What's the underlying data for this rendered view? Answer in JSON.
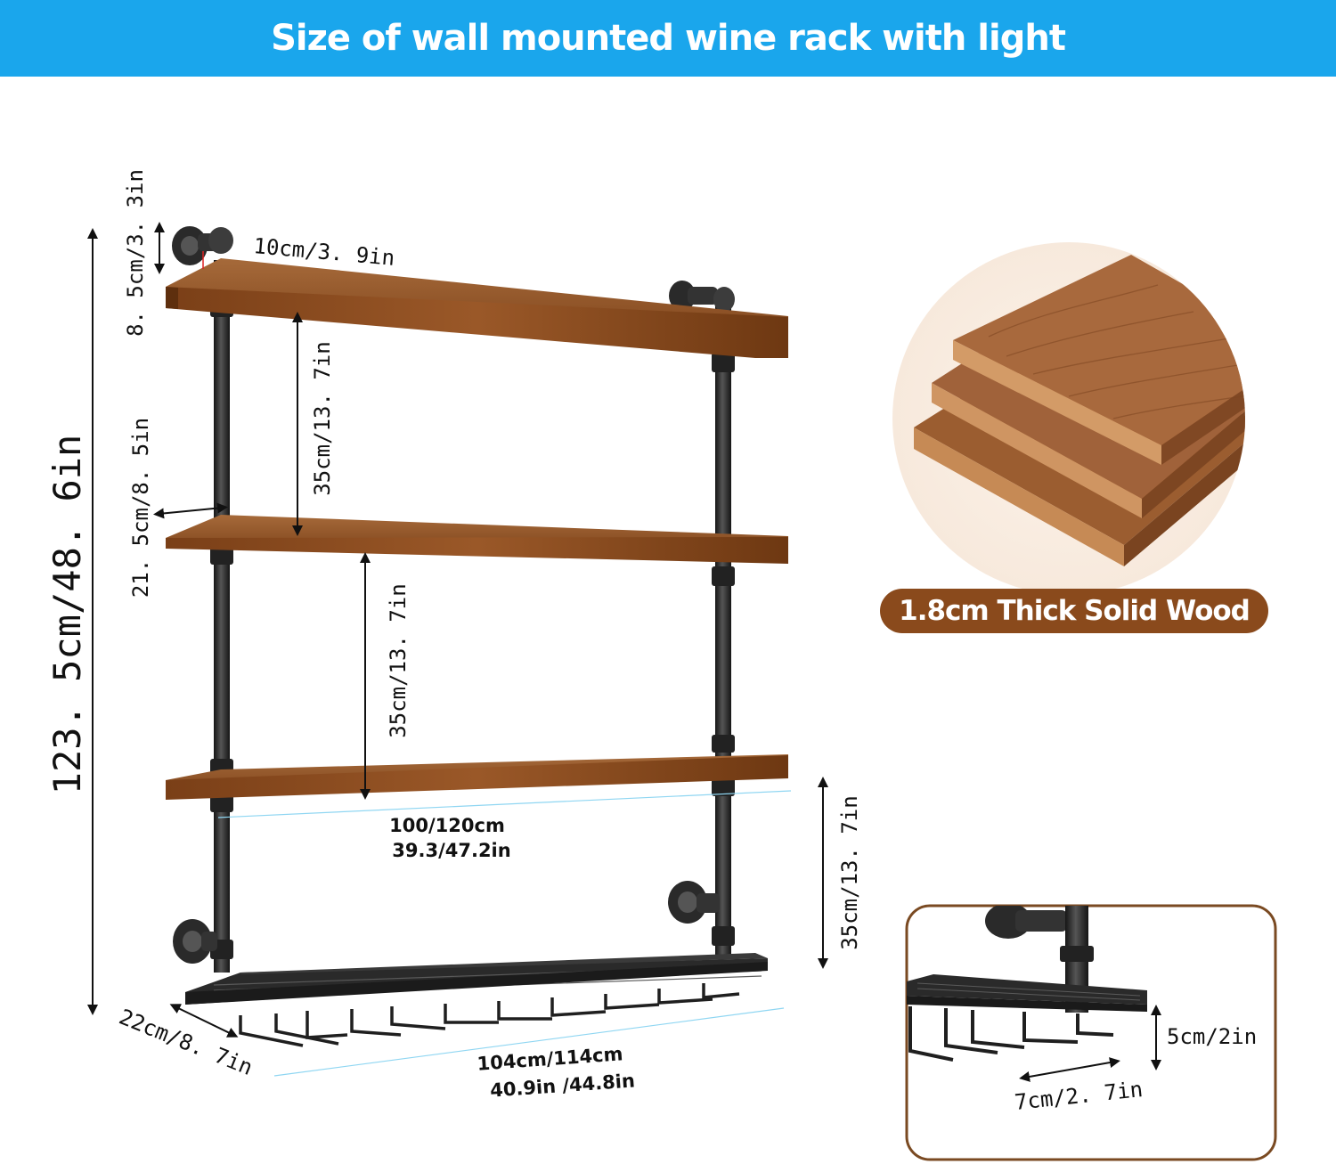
{
  "header": {
    "title": "Size of wall mounted wine rack with light"
  },
  "dimensions": {
    "total_height": "123. 5cm/48. 6in",
    "top_pipe_height": "8. 5cm/3. 3in",
    "pipe_length": "10cm/3. 9in",
    "shelf_gap_1": "35cm/13. 7in",
    "shelf_gap_2": "35cm/13. 7in",
    "shelf_gap_3": "35cm/13. 7in",
    "shelf_depth": "21. 5cm/8. 5in",
    "shelf_width_cm": "100/120cm",
    "shelf_width_in": "39.3/47.2in",
    "rack_depth": "22cm/8. 7in",
    "rack_width_cm": "104cm/114cm",
    "rack_width_in": "40.9in /44.8in",
    "hanger_height": "5cm/2in",
    "hanger_gap": "7cm/2. 7in"
  },
  "wood_detail": {
    "label": "1.8cm Thick Solid Wood"
  },
  "colors": {
    "banner": "#1aa6ec",
    "wood": "#8a4a1c",
    "pipe": "#2b2b2b"
  }
}
